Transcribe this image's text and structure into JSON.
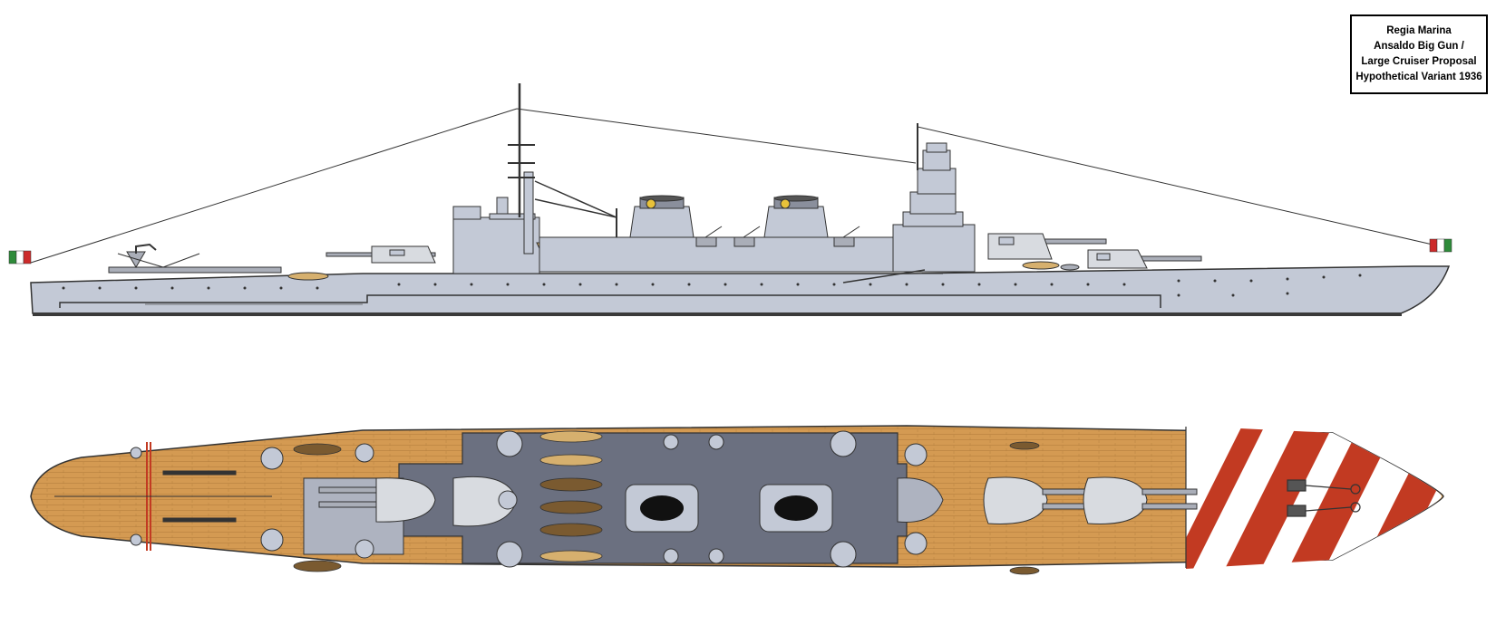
{
  "title_block": {
    "line1": "Regia Marina",
    "line2": "Ansaldo Big Gun /",
    "line3": "Large Cruiser Proposal",
    "line4": "Hypothetical Variant 1936"
  },
  "colors": {
    "hull_grey": "#c3c9d6",
    "deck_wood": "#d49a52",
    "superstructure_grey": "#6b7080",
    "turret_grey": "#d8dbe0",
    "recognition_red": "#c23a22",
    "flag_green": "#2e8b3a",
    "flag_red": "#cc2a2a"
  },
  "views": [
    "side-profile",
    "plan-view"
  ]
}
